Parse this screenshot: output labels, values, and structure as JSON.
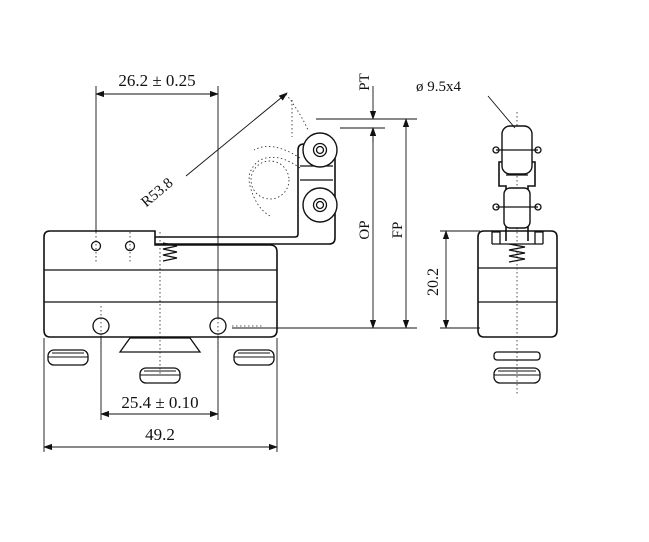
{
  "dimensions": {
    "top_width": "26.2 ± 0.25",
    "radius": "R53.8",
    "pt": "PT",
    "op": "OP",
    "fp": "FP",
    "roller": "ø 9.5x4",
    "hole_spacing": "25.4 ± 0.10",
    "body_width": "49.2",
    "side_height": "20.2"
  }
}
